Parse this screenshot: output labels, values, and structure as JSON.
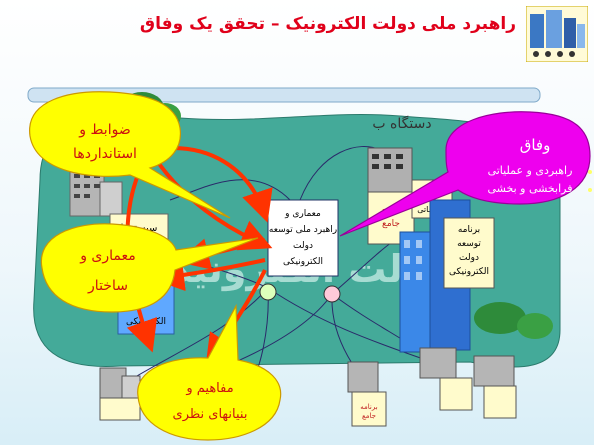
{
  "page": {
    "title": "راهبرد ملی دولت الکترونیک – تحقق یک وفاق"
  },
  "diagram": {
    "central_box": [
      "معماری و",
      "راهبرد ملی توسعه",
      "دولت",
      "الکترونیکی"
    ],
    "device_label": "دستگاه ب",
    "watermark": "دولت الکترونیک",
    "callouts": {
      "standards": [
        "ضوابط و",
        "استانداردها"
      ],
      "architecture": [
        "معماری و",
        "ساختار"
      ],
      "concepts": [
        "مفاهیم و",
        "بنیانهای نظری"
      ],
      "consensus_title": "وفاق",
      "consensus_items": [
        "راهبردی و عملیاتی",
        "فرابخشی و بخشی"
      ]
    },
    "left_building_label": "سیستمها",
    "left_doc_label": "الکترونیکی",
    "right_doc": [
      "برنامه",
      "توسعه",
      "دولت",
      "الکترونیکی"
    ],
    "mid_doc": [
      "طرح",
      "جامع"
    ],
    "mid_doc_top": "اطلاعاتی",
    "bottom_small_labels": [
      "برنامه",
      "جامع"
    ],
    "colors": {
      "title_red": "#e0001a",
      "callout_yellow": "#ffff00",
      "callout_magenta": "#ee00ee",
      "arrow_red": "#ff3300",
      "land_green": "#44aa99"
    }
  }
}
